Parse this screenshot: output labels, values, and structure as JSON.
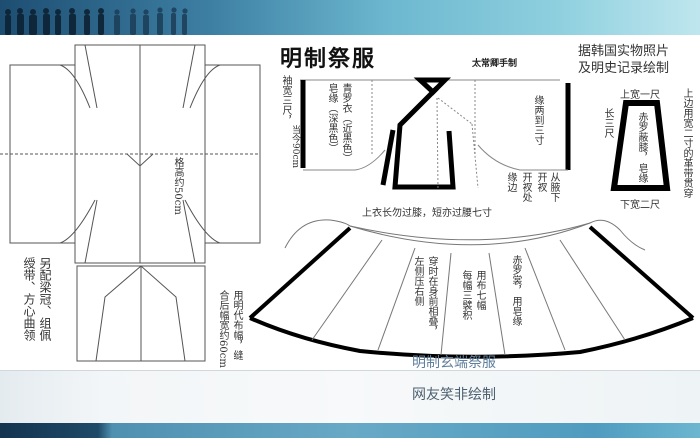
{
  "slide": {
    "title": "明制祭服",
    "maker_note": "太常卿手制",
    "source_line1": "据韩国实物照片",
    "source_line2": "及明史记录绘制",
    "caption_main": "明制玄端祭服",
    "caption_author": "网友笑非绘制"
  },
  "pattern_left": {
    "grid_height_note": "格高约50cm",
    "accessories_col1": "另配梁冠、组佩",
    "accessories_col2": "绶带、方心曲领",
    "fabric_col1": "用明代布幅，缝",
    "fabric_col2": "合后幅宽约60cm"
  },
  "upper_garment": {
    "sleeve_note_col1": "袖宽三尺，",
    "sleeve_note_col2": "当今90cm",
    "fabric_col1": "青罗衣（近黑色）",
    "fabric_col2": "皂缘（深黑色）",
    "border_note": "缘两到三寸",
    "slit_col1": "从腋下",
    "slit_col2": "开衩",
    "slit_col3": "开衩处",
    "slit_col4": "缘边",
    "length_note": "上衣长勿过膝，短亦过腰七寸"
  },
  "knee_cover": {
    "top_width": "上宽一尺",
    "bottom_width": "下宽二尺",
    "length": "长三尺",
    "material_col1": "赤罗蔽膝，",
    "material_col2": "皂缘",
    "belt_note": "上边用宽二寸的革带贯穿"
  },
  "skirt": {
    "wearing_col1": "穿时在身前相叠，",
    "wearing_col2": "左侧压右侧",
    "panels_col1": "用布七幅",
    "panels_col2": "每幅三襞积",
    "material_col1": "赤罗裳，",
    "material_col2": "用皂缘"
  },
  "colors": {
    "banner_dark": "#1d4e72",
    "banner_light": "#8fd0df",
    "caption_main": "#5f7f9c",
    "caption_author": "#4d5f70",
    "line": "#555555",
    "thick": "#000000"
  }
}
